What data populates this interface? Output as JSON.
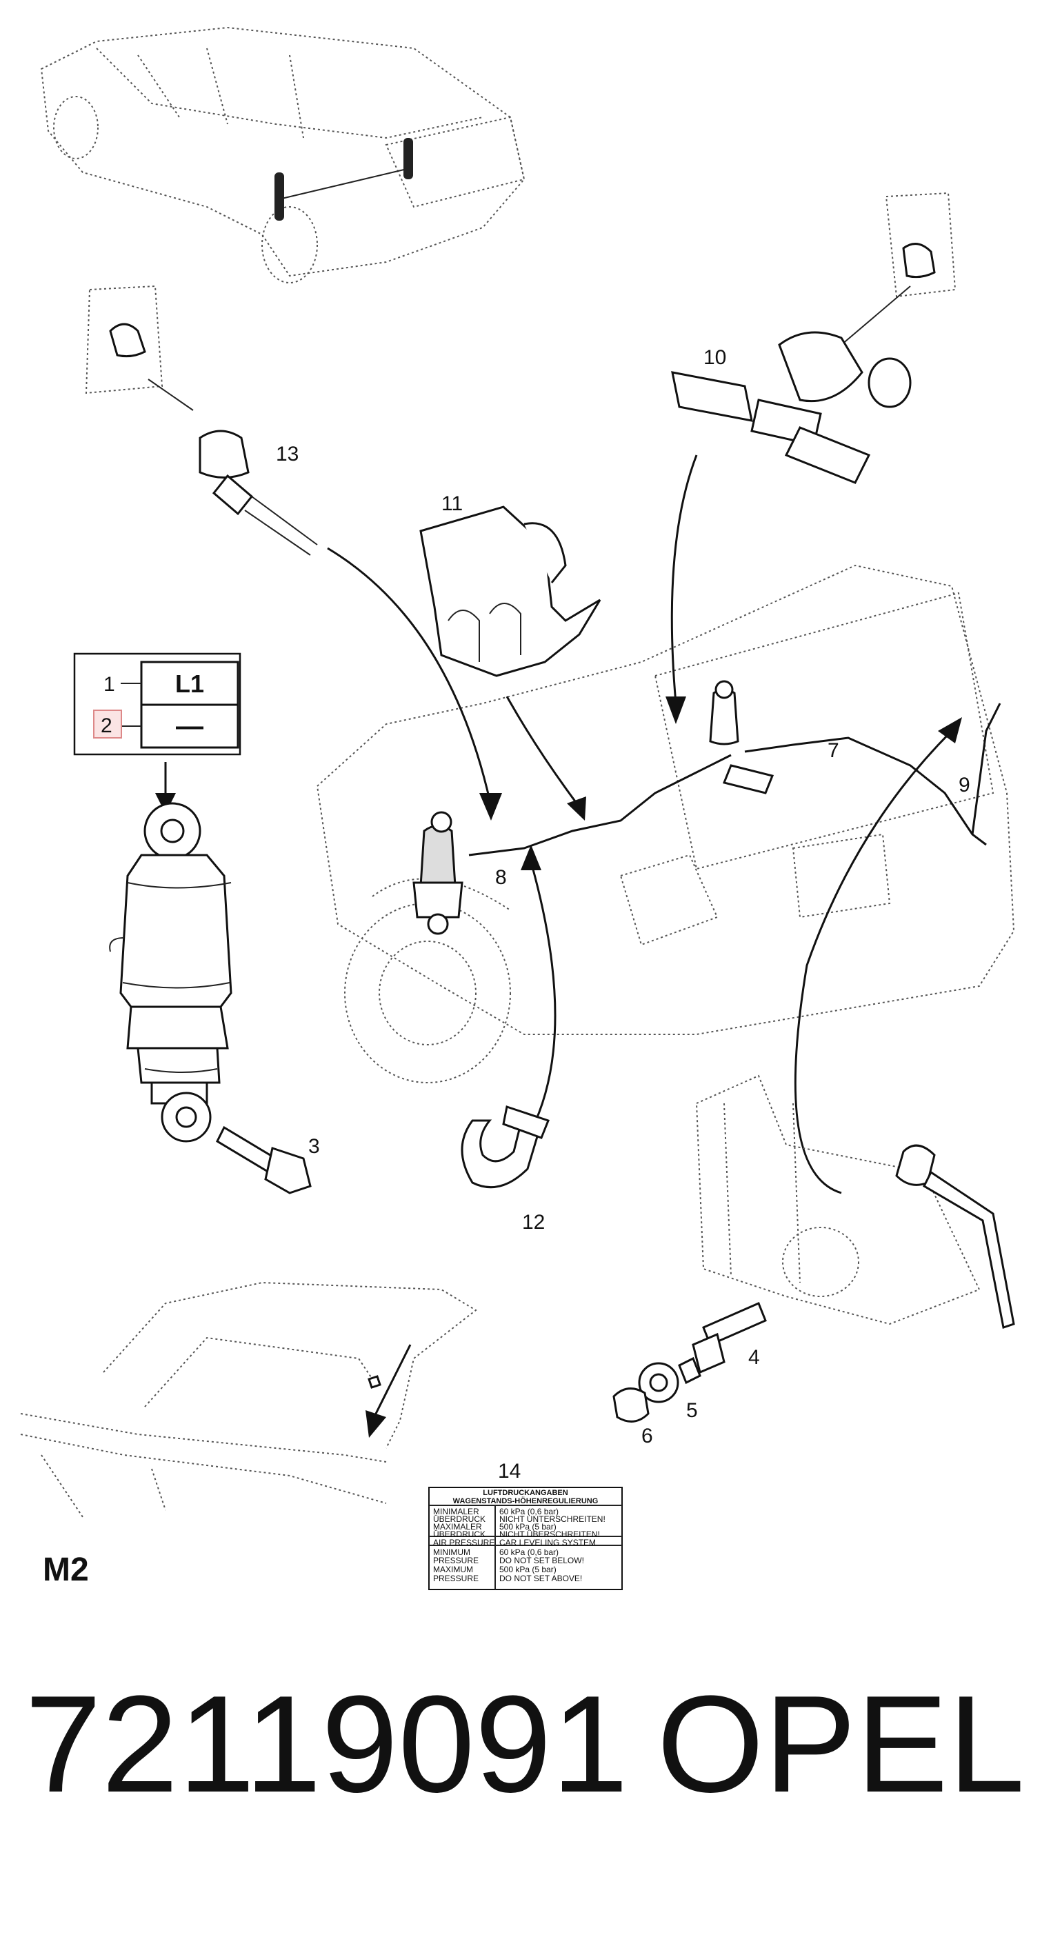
{
  "diagram": {
    "callouts": [
      "1",
      "2",
      "3",
      "4",
      "5",
      "6",
      "7",
      "8",
      "9",
      "10",
      "11",
      "12",
      "13",
      "14"
    ],
    "legend_box": {
      "top_code": "L1",
      "bottom_code": "—"
    },
    "section_code": "M2",
    "label_table": {
      "header": [
        "LUFTDRUCKANGABEN",
        "WAGENSTANDS-HÖHENREGULIERUNG"
      ],
      "rows": [
        [
          "MINIMALER",
          "60 kPa (0,6 bar)"
        ],
        [
          "ÜBERDRUCK",
          "NICHT UNTERSCHREITEN!"
        ],
        [
          "MAXIMALER",
          "500 kPa (5 bar)"
        ],
        [
          "ÜBERDRUCK",
          "NICHT ÜBERSCHREITEN!"
        ],
        [
          "AIR PRESSURE",
          "CAR LEVELING SYSTEM"
        ],
        [
          "MINIMUM",
          "60 kPa (0,6 bar)"
        ],
        [
          "PRESSURE",
          "DO NOT SET BELOW!"
        ],
        [
          "MAXIMUM",
          "500 kPa (5 bar)"
        ],
        [
          "PRESSURE",
          "DO NOT SET ABOVE!"
        ]
      ]
    }
  },
  "footer": {
    "part_number": "72119091",
    "brand": "OPEL"
  }
}
